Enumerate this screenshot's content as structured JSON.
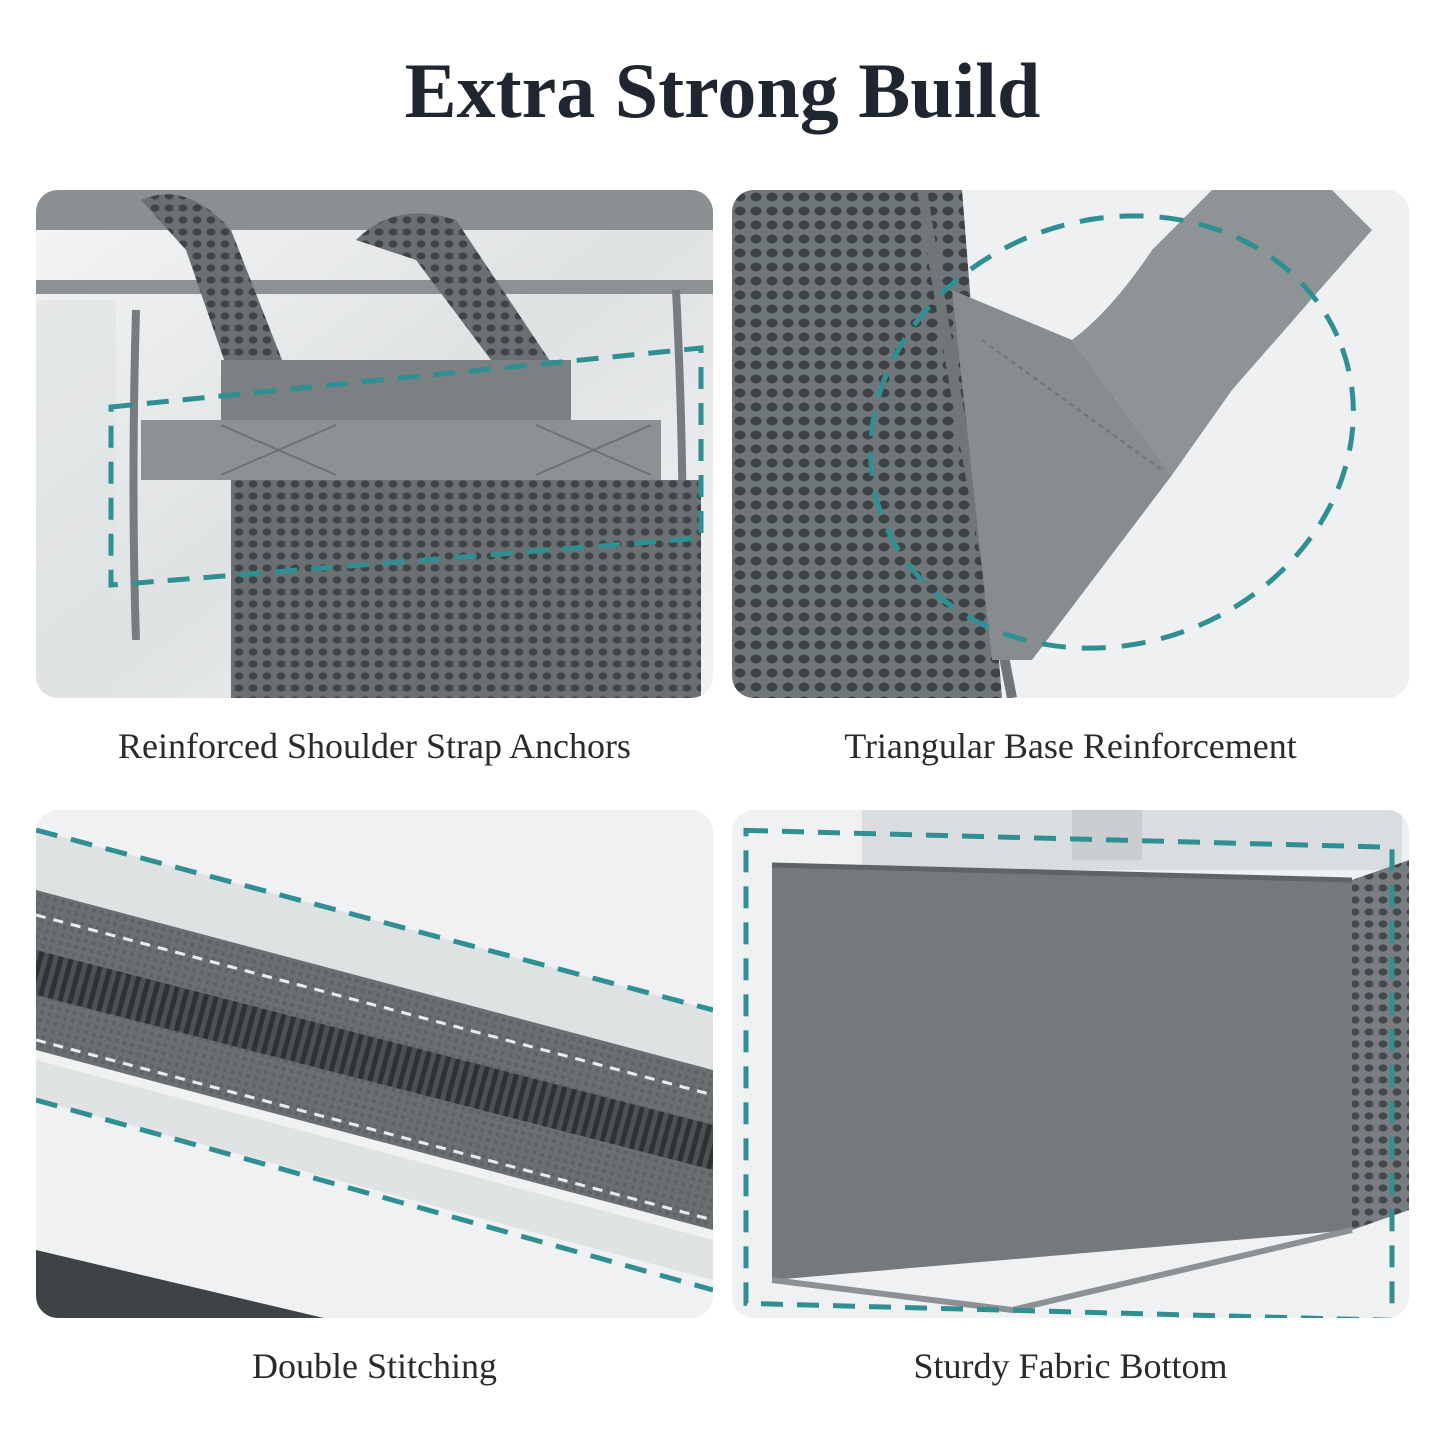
{
  "title": "Extra Strong Build",
  "panels": [
    {
      "caption": "Reinforced Shoulder Strap Anchors"
    },
    {
      "caption": "Triangular Base Reinforcement"
    },
    {
      "caption": "Double Stitching"
    },
    {
      "caption": "Sturdy Fabric Bottom"
    }
  ],
  "colors": {
    "title": "#1f2630",
    "caption": "#2a2a2a",
    "highlight_dash": "#2f8f93",
    "fabric_gray": "#6d7375",
    "clear_vinyl": "#e9ebec"
  }
}
